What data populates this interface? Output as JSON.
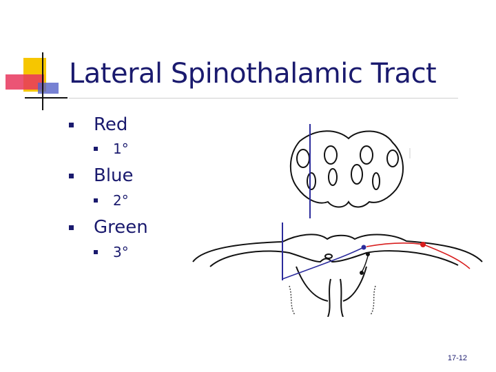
{
  "slide": {
    "title": "Lateral Spinothalamic Tract",
    "page_number": "17-12"
  },
  "bullets": [
    {
      "label": "Red",
      "sub": "1°"
    },
    {
      "label": "Blue",
      "sub": "2°"
    },
    {
      "label": "Green",
      "sub": "3°"
    }
  ],
  "colors": {
    "text": "#1a1a6e",
    "logo_yellow": "#f6c600",
    "logo_red": "#e8365d",
    "logo_blue": "#5561c8",
    "neuron_red": "#d81e1e",
    "neuron_blue": "#2b2b9c"
  }
}
